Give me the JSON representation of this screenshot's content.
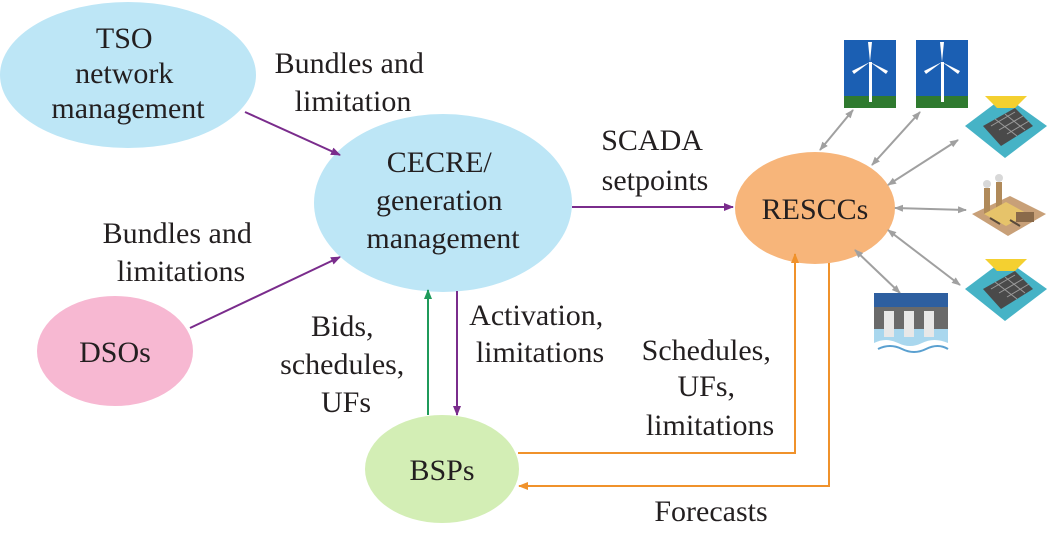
{
  "nodes": {
    "tso": {
      "lines": [
        "TSO",
        "network",
        "management"
      ]
    },
    "cecre": {
      "lines": [
        "CECRE/",
        "generation",
        "management"
      ]
    },
    "dsos": {
      "lines": [
        "DSOs"
      ]
    },
    "resccs": {
      "lines": [
        "RESCCs"
      ]
    },
    "bsps": {
      "lines": [
        "BSPs"
      ]
    }
  },
  "edges": {
    "tso_to_cecre": {
      "lines": [
        "Bundles and",
        "limitation"
      ]
    },
    "dsos_to_cecre": {
      "lines": [
        "Bundles and",
        "limitations"
      ]
    },
    "cecre_to_resccs": {
      "lines": [
        "SCADA",
        "setpoints"
      ]
    },
    "bsps_to_cecre": {
      "lines": [
        "Bids,",
        "schedules,",
        "UFs"
      ]
    },
    "cecre_to_bsps": {
      "lines": [
        "Activation,",
        "limitations"
      ]
    },
    "bsps_to_resccs": {
      "lines": [
        "Schedules,",
        "UFs,",
        "limitations"
      ]
    },
    "resccs_to_bsps": {
      "lines": [
        "Forecasts"
      ]
    }
  },
  "assets": [
    {
      "icon": "wind-turbine-icon"
    },
    {
      "icon": "wind-turbine-icon"
    },
    {
      "icon": "solar-panel-icon"
    },
    {
      "icon": "power-plant-icon"
    },
    {
      "icon": "solar-panel-icon"
    },
    {
      "icon": "hydro-dam-icon"
    }
  ],
  "colors": {
    "tso": "#bde6f6",
    "cecre": "#bde6f6",
    "dsos": "#f7b8d2",
    "resccs": "#f7b57a",
    "bsps": "#d3eeb5",
    "purple_arrow": "#7a2c8c",
    "green_arrow": "#1f9a5a",
    "orange_arrow": "#f0922b",
    "gray_arrow": "#a0a0a0"
  }
}
